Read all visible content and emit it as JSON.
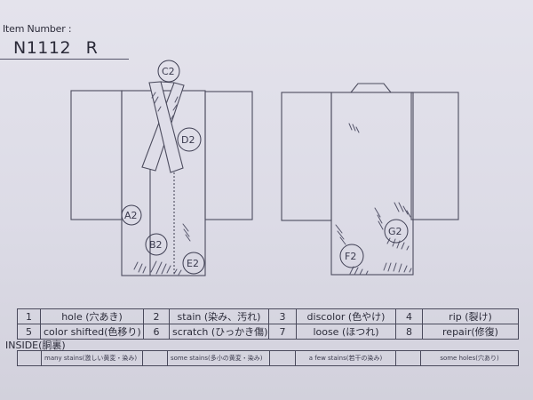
{
  "header": {
    "item_number_label": "Item Number :",
    "item_number_value": "N1112  R"
  },
  "diagram": {
    "front": {
      "view": "front",
      "marks": [
        {
          "id": "C2",
          "location": "collar top"
        },
        {
          "id": "D2",
          "location": "right chest"
        },
        {
          "id": "A2",
          "location": "left sleeve bottom / body side"
        },
        {
          "id": "B2",
          "location": "lower front panel"
        },
        {
          "id": "E2",
          "location": "hem right"
        }
      ]
    },
    "back": {
      "view": "back",
      "marks": [
        {
          "id": "G2",
          "location": "lower right back"
        },
        {
          "id": "F2",
          "location": "hem left back"
        }
      ]
    }
  },
  "legend": {
    "rows": [
      [
        {
          "num": "1",
          "label": "hole (穴あき)"
        },
        {
          "num": "2",
          "label": "stain (染み、汚れ)"
        },
        {
          "num": "3",
          "label": "discolor (色やけ)"
        },
        {
          "num": "4",
          "label": "rip (裂け)"
        }
      ],
      [
        {
          "num": "5",
          "label": "color shifted(色移り)"
        },
        {
          "num": "6",
          "label": "scratch (ひっかき傷)"
        },
        {
          "num": "7",
          "label": "loose (ほつれ)"
        },
        {
          "num": "8",
          "label": "repair(修復)"
        }
      ]
    ]
  },
  "inside": {
    "title": "INSIDE(胴裏)",
    "options": [
      {
        "check": "",
        "label": "many stains(激しい黄変・染み)"
      },
      {
        "check": "",
        "label": "some stains(多小の黄変・染み)"
      },
      {
        "check": "",
        "label": "a few stains(若干の染み)"
      },
      {
        "check": "",
        "label": "some holes(穴あり)"
      }
    ]
  },
  "colors": {
    "background": "#dcdbe6",
    "line": "#4c4c5e",
    "text": "#2a2a38"
  }
}
